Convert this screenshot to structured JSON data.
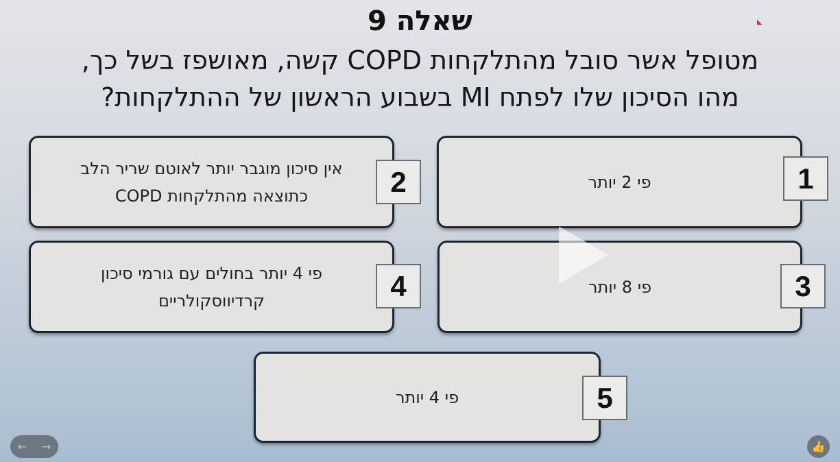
{
  "slide": {
    "title": "שאלה 9",
    "question_lines": [
      "מטופל אשר סובל מהתלקחות COPD קשה, מאושפז בשל כך,",
      "מהו הסיכון שלו לפתח MI בשבוע הראשון של ההתלקחות?"
    ],
    "answers": [
      {
        "number": "1",
        "text": "פי 2 יותר"
      },
      {
        "number": "2",
        "text": "אין סיכון מוגבר יותר לאוטם שריר הלב כתוצאה מהתלקחות COPD"
      },
      {
        "number": "3",
        "text": "פי 8 יותר"
      },
      {
        "number": "4",
        "text": "פי 4 יותר בחולים עם גורמי סיכון קרדיווסקולריים"
      },
      {
        "number": "5",
        "text": "פי 4 יותר"
      }
    ]
  },
  "controls": {
    "prev": "←",
    "next": "→",
    "like": "👍",
    "play_icon": "play-icon"
  }
}
